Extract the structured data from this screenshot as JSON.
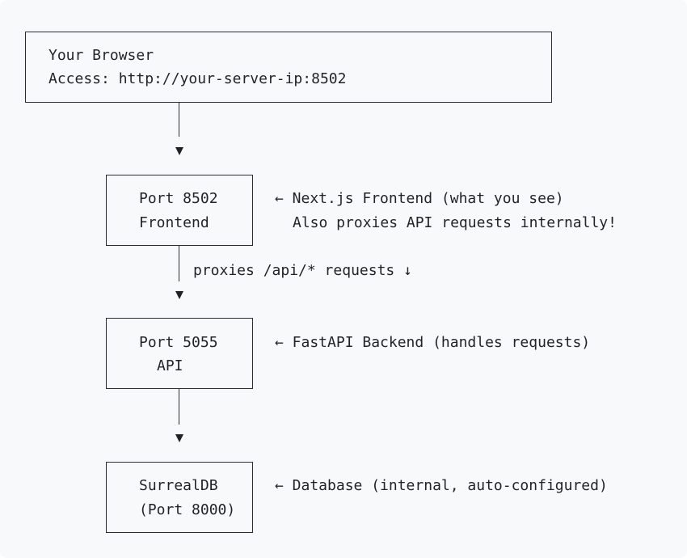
{
  "browser": {
    "title": "Your Browser",
    "access": "Access: http://your-server-ip:8502"
  },
  "frontend": {
    "line1": "Port 8502",
    "line2": "Frontend",
    "note1": "← Next.js Frontend (what you see)",
    "note2": "Also proxies API requests internally!"
  },
  "proxy_label": "proxies /api/* requests ↓",
  "api": {
    "line1": "Port 5055",
    "line2": "API",
    "note": "← FastAPI Backend (handles requests)"
  },
  "database": {
    "line1": "SurrealDB",
    "line2": "(Port 8000)",
    "note": "← Database (internal, auto-configured)"
  }
}
